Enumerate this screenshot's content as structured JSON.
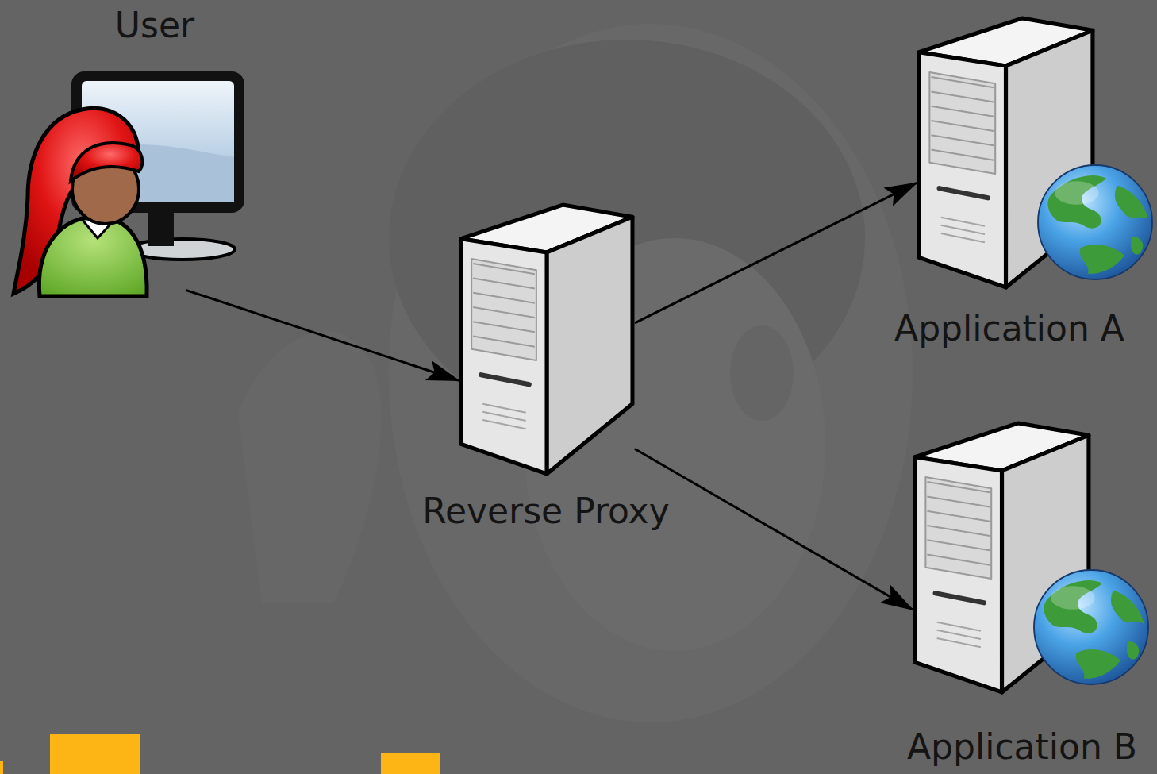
{
  "diagram": {
    "nodes": [
      {
        "text": [
          "User"
        ]
      },
      {
        "text": [
          "Reverse Proxy"
        ]
      },
      {
        "text": [
          "Application A"
        ]
      },
      {
        "text": [
          "Application B"
        ]
      }
    ],
    "edges": [
      {
        "from": 0,
        "to": 1,
        "arrow": "to"
      },
      {
        "from": 1,
        "to": 2,
        "arrow": "to"
      },
      {
        "from": 1,
        "to": 3,
        "arrow": "to"
      }
    ]
  }
}
